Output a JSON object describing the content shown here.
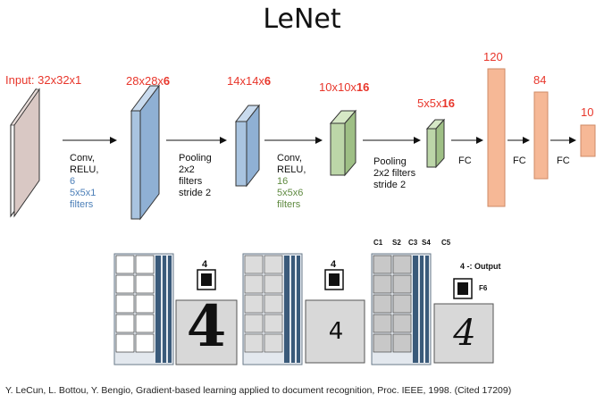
{
  "title": "LeNet",
  "layers": {
    "input": "Input: 32x32x1",
    "conv1_prefix": "28x28x",
    "conv1_depth": "6",
    "pool1_prefix": "14x14x",
    "pool1_depth": "6",
    "conv2_prefix": "10x10x",
    "conv2_depth": "16",
    "pool2_prefix": "5x5x",
    "pool2_depth": "16",
    "fc1": "120",
    "fc2": "84",
    "fc3": "10"
  },
  "ops": {
    "conv1": {
      "line1": "Conv,",
      "line2": "RELU,",
      "count": "6",
      "filter": "5x5x1",
      "filters": "filters"
    },
    "pool1": {
      "line1": "Pooling",
      "line2": "2x2",
      "line3": "filters",
      "line4": "stride 2"
    },
    "conv2": {
      "line1": "Conv,",
      "line2": "RELU,",
      "count": "16",
      "filter": "5x5x6",
      "filters": "filters"
    },
    "pool2": {
      "line1": "Pooling",
      "line2": "2x2 filters",
      "line3": "stride 2"
    },
    "fc_label": "FC"
  },
  "visualization": {
    "digit_label": "4",
    "layer_tags": [
      "C1",
      "S2",
      "C3",
      "S4",
      "C5"
    ],
    "output_label": "4 -: Output",
    "f6_label": "F6",
    "sample_digits": [
      "4",
      "4",
      "4"
    ]
  },
  "citation": "Y. LeCun, L. Bottou, Y. Bengio, Gradient-based learning applied to document recognition, Proc. IEEE, 1998. (Cited 17209)",
  "colors": {
    "input_block": "#d9c8c4",
    "conv_block": "#a9c4e0",
    "conv2_block": "#bcd6a8",
    "fc_block": "#f6b896",
    "accent_red": "#e8362b",
    "blue_text": "#4c7fb8",
    "green_text": "#5f8a40"
  }
}
